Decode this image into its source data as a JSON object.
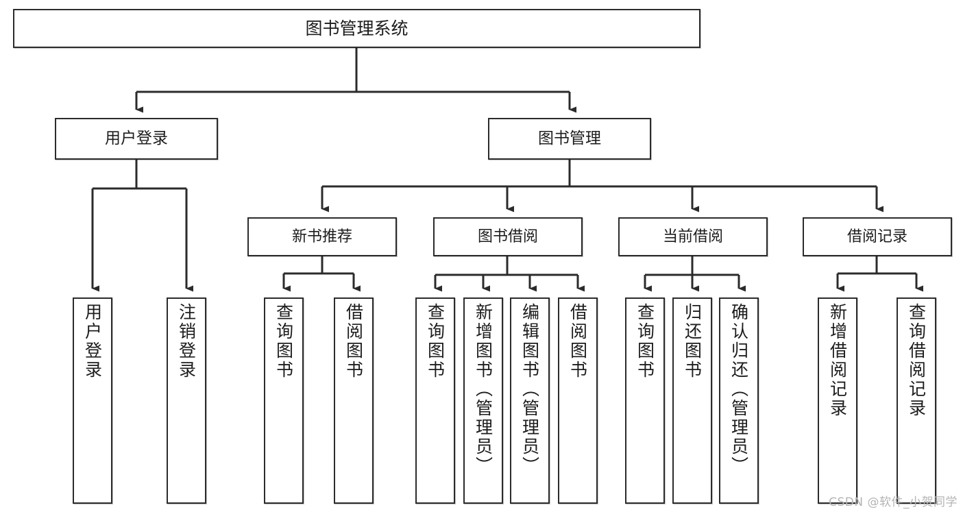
{
  "diagram": {
    "title": "图书管理系统",
    "type": "function-structure-tree",
    "watermark": "CSDN @软件_小贺同学",
    "colors": {
      "background": "#ffffff",
      "border": "#2b2b2b",
      "text": "#1c1c1c",
      "connector": "#2b2b2b",
      "watermark": "#b4b4b4"
    },
    "nodes": {
      "root": {
        "label": "图书管理系统"
      },
      "level2": [
        {
          "label": "用户登录"
        },
        {
          "label": "图书管理"
        }
      ],
      "level3": [
        {
          "label": "新书推荐"
        },
        {
          "label": "图书借阅"
        },
        {
          "label": "当前借阅"
        },
        {
          "label": "借阅记录"
        }
      ],
      "leaves": {
        "user_login": [
          {
            "label": "用户登录"
          },
          {
            "label": "注销登录"
          }
        ],
        "new_book": [
          {
            "label": "查询图书"
          },
          {
            "label": "借阅图书"
          }
        ],
        "book_borrow": [
          {
            "label": "查询图书"
          },
          {
            "label": "新增图书（管理员）"
          },
          {
            "label": "编辑图书（管理员）"
          },
          {
            "label": "借阅图书"
          }
        ],
        "current_borrow": [
          {
            "label": "查询图书"
          },
          {
            "label": "归还图书"
          },
          {
            "label": "确认归还（管理员）"
          }
        ],
        "borrow_record": [
          {
            "label": "新增借阅记录"
          },
          {
            "label": "查询借阅记录"
          }
        ]
      }
    }
  }
}
